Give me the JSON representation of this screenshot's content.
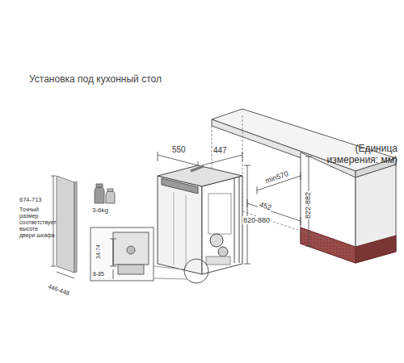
{
  "diagram": {
    "title": "Установка под кухонный стол",
    "labels": [
      "(Единица измерения: мм)",
      "550",
      "447",
      "min570",
      "452",
      "822-882",
      "820-880",
      "3-6kg",
      "674-713",
      "Точный размер соответствует высоте двери шкафа",
      "446-448",
      "34-74",
      "8-85"
    ]
  }
}
